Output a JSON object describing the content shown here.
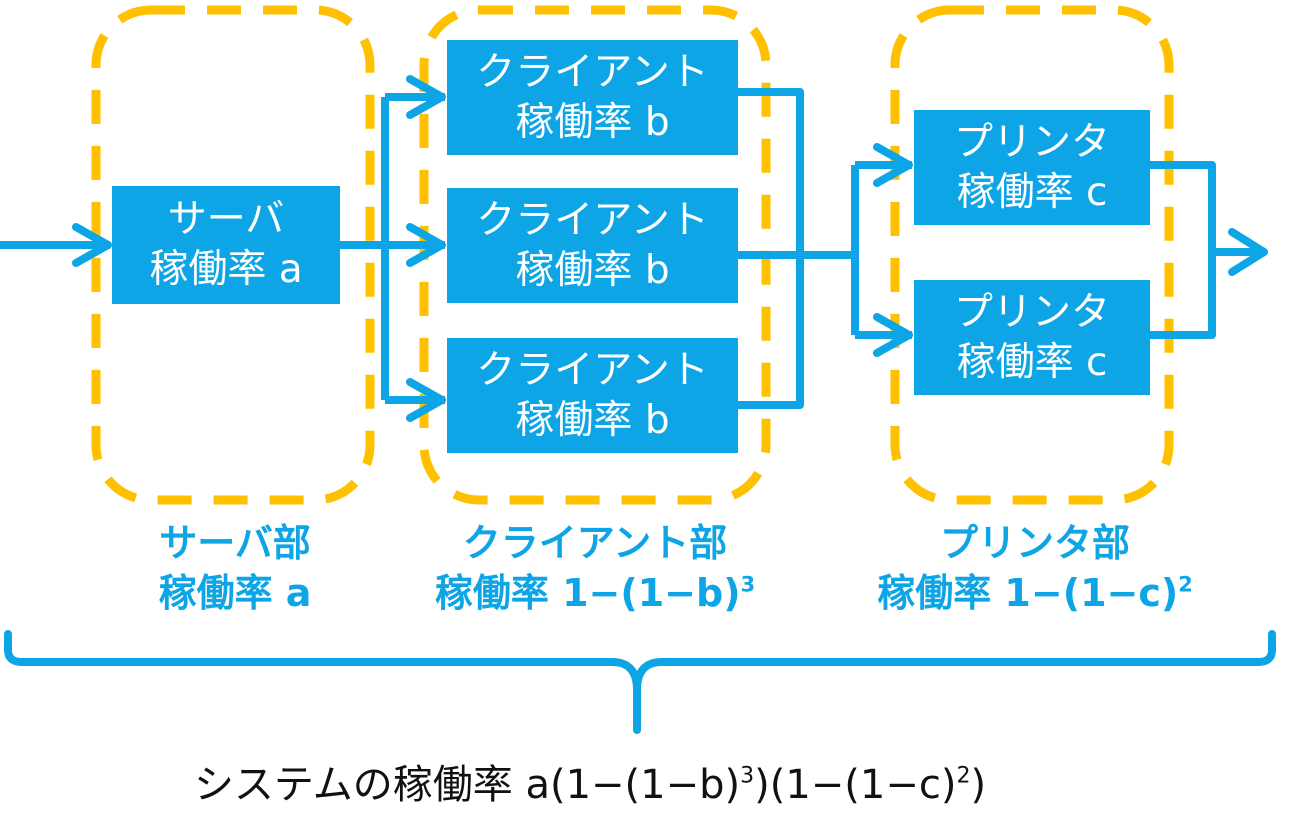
{
  "colors": {
    "box": "#0EA5E6",
    "boundary": "#FFC000",
    "label": "#0EA5E6",
    "text": "#111111"
  },
  "server": {
    "name": "サーバ",
    "rate": "稼働率 a"
  },
  "clients": [
    {
      "name": "クライアント",
      "rate": "稼働率 b"
    },
    {
      "name": "クライアント",
      "rate": "稼働率 b"
    },
    {
      "name": "クライアント",
      "rate": "稼働率 b"
    }
  ],
  "printers": [
    {
      "name": "プリンタ",
      "rate": "稼働率 c"
    },
    {
      "name": "プリンタ",
      "rate": "稼働率 c"
    }
  ],
  "groups": {
    "server": {
      "name": "サーバ部",
      "rate": "稼働率 a"
    },
    "client": {
      "name": "クライアント部",
      "rate_prefix": "稼働率 1−(1−b)",
      "exponent": "3"
    },
    "printer": {
      "name": "プリンタ部",
      "rate_prefix": "稼働率 1−(1−c)",
      "exponent": "2"
    }
  },
  "total": {
    "prefix": "システムの稼働率 a(1−(1−b)",
    "exp1": "3",
    "middle": ")(1−(1−c)",
    "exp2": "2",
    "suffix": ")"
  }
}
